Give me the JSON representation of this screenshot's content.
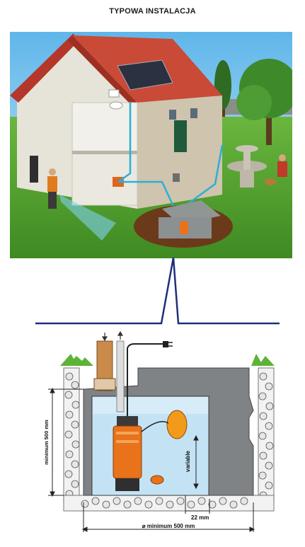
{
  "title": "TYPOWA INSTALACJA",
  "diagram": {
    "label_height": "minimum 500 mm",
    "label_variable": "variable",
    "label_gap": "22 mm",
    "label_diameter": "⌀ minimum 500 mm"
  },
  "colors": {
    "sky": "#7fc8f0",
    "grass": "#4f9a2e",
    "roof": "#c0392b",
    "pump_orange": "#e8731a",
    "water": "#cfe9f7",
    "leader_line": "#1f2f7a"
  }
}
